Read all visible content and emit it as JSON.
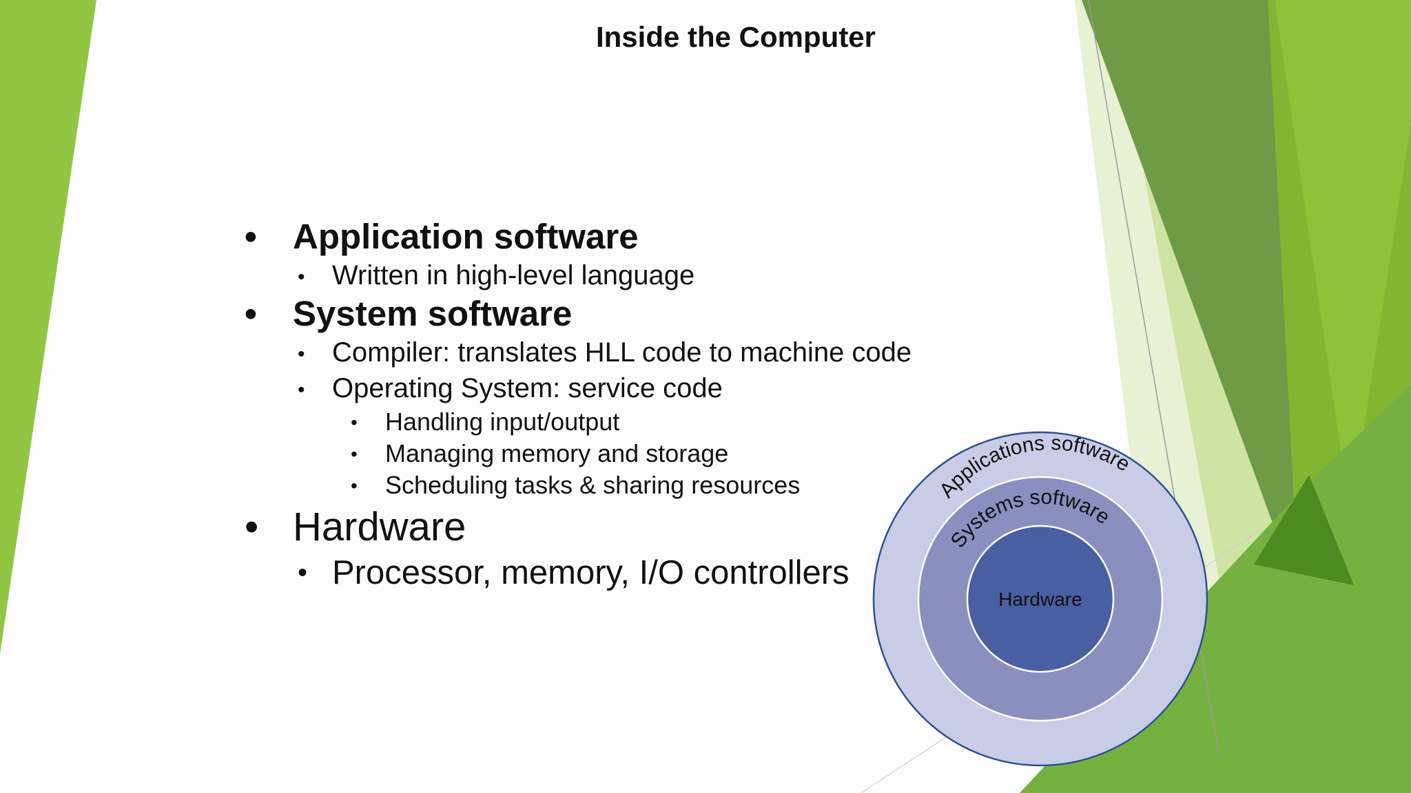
{
  "slide": {
    "title": "Inside the Computer",
    "bullets": [
      {
        "label": "Application software",
        "subs": [
          {
            "label": "Written in high-level language"
          }
        ]
      },
      {
        "label": "System software",
        "subs": [
          {
            "label": "Compiler: translates HLL code to machine code"
          },
          {
            "label": "Operating System: service code",
            "subs": [
              {
                "label": "Handling input/output"
              },
              {
                "label": "Managing memory and storage"
              },
              {
                "label": "Scheduling tasks & sharing resources"
              }
            ]
          }
        ]
      },
      {
        "label": "Hardware",
        "subs": [
          {
            "label": "Processor, memory, I/O controllers"
          }
        ]
      }
    ],
    "bullet_char": "•"
  },
  "diagram": {
    "outer_label": "Applications software",
    "middle_label": "Systems software",
    "inner_label": "Hardware",
    "colors": {
      "outer": "#c9cce6",
      "middle": "#8a8fc0",
      "inner": "#4a5fa2",
      "border": "#2f4f8f"
    }
  },
  "theme": {
    "accent_green": "#8dc63f",
    "dark_green": "#5a8f29",
    "mid_green": "#7ab648",
    "light_green": "#d4e8b0"
  }
}
